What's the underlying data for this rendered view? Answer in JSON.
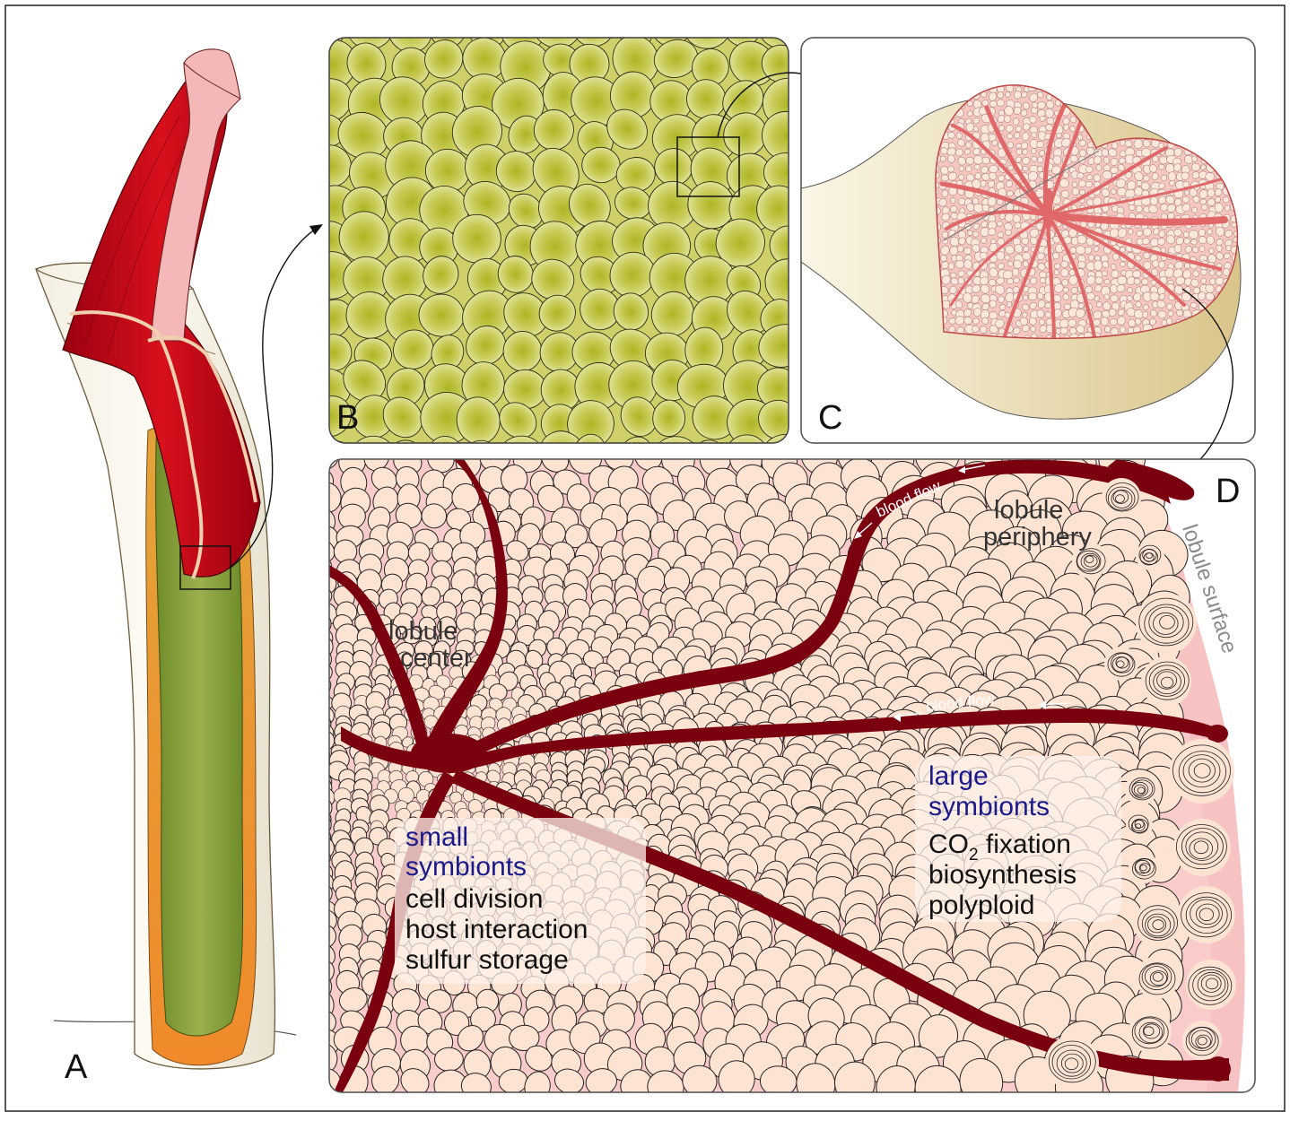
{
  "panels": {
    "a": {
      "letter": "A"
    },
    "b": {
      "letter": "B"
    },
    "c": {
      "letter": "C"
    },
    "d": {
      "letter": "D"
    }
  },
  "labels": {
    "lobule_periphery_1": "lobule",
    "lobule_periphery_2": "periphery",
    "lobule_surface": "lobule surface",
    "lobule_center_1": "lobule",
    "lobule_center_2": "center",
    "blood_flow_top": "blood flow",
    "blood_flow_mid": "blood flow"
  },
  "small_symbionts": {
    "title_1": "small",
    "title_2": "symbionts",
    "functions": [
      "cell division",
      "host interaction",
      "sulfur storage"
    ]
  },
  "large_symbionts": {
    "title_1": "large",
    "title_2": "symbionts",
    "co2_main": "CO",
    "co2_sub": "2",
    "co2_rest": " fixation",
    "functions": [
      "biosynthesis",
      "polyploid"
    ]
  },
  "colors": {
    "tube_red": "#c0000f",
    "plume_pink": "#f3b3b3",
    "trophosome_green": "#8aa83c",
    "lobule_yellowgreen": "#b8bd2c",
    "cell_peach": "#fde3d2",
    "vessel_darkred": "#7a0010",
    "symbiont_title_blue": "#1a1a8c"
  }
}
